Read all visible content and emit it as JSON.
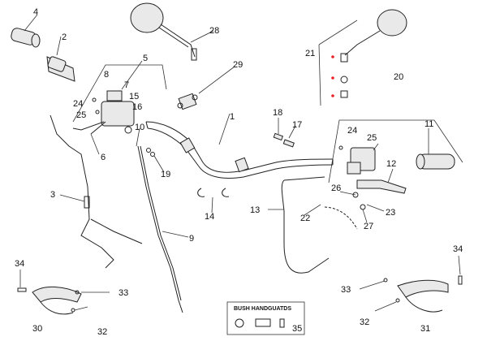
{
  "callouts": [
    "1",
    "2",
    "3",
    "4",
    "5",
    "6",
    "7",
    "8",
    "9",
    "10",
    "11",
    "12",
    "13",
    "14",
    "15",
    "16",
    "17",
    "18",
    "19",
    "20",
    "21",
    "22",
    "23",
    "24",
    "25",
    "26",
    "27",
    "28",
    "29",
    "30",
    "31",
    "32",
    "33",
    "34",
    "35"
  ],
  "extra_callouts": {
    "24_right": "24",
    "25_right": "25",
    "32_right": "32",
    "33_right": "33",
    "34_right": "34"
  },
  "inset_title": "BUSH HANDGUATDS",
  "colors": {
    "ink": "#222222",
    "accent": "#e8242b"
  }
}
